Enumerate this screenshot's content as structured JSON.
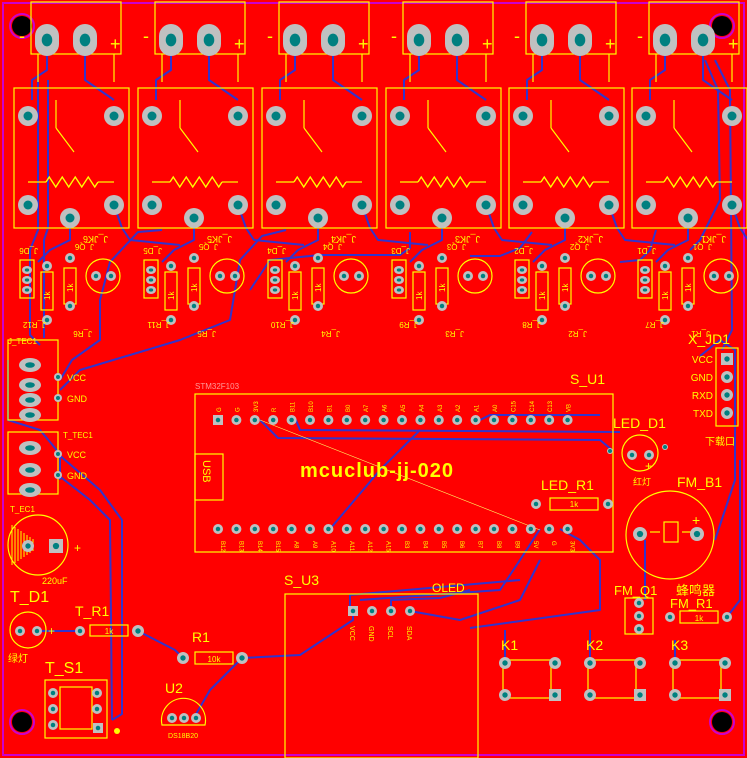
{
  "colors": {
    "board": "#ff0000",
    "board_edge": "#cc00cc",
    "silk": "#ffff00",
    "trace": "#3333cc",
    "pad": "#c0c0c0",
    "pad_hole": "#008080",
    "background": "#000000"
  },
  "relay_terminals": [
    {
      "minus": "-",
      "plus": "+"
    },
    {
      "minus": "-",
      "plus": "+"
    },
    {
      "minus": "-",
      "plus": "+"
    },
    {
      "minus": "-",
      "plus": "+"
    },
    {
      "minus": "-",
      "plus": "+"
    },
    {
      "minus": "-",
      "plus": "+"
    }
  ],
  "relay_labels": [
    "J_JK6",
    "J_JK5",
    "J_JK4",
    "J_JK3",
    "J_JK2",
    "J_JK1"
  ],
  "channel_labels": {
    "q": [
      "J_Q6",
      "J_Q5",
      "J_Q4",
      "J_Q3",
      "J_Q2",
      "J_Q1"
    ],
    "r_a": [
      "J_R6",
      "J_R5",
      "J_R4",
      "J_R3",
      "J_R2",
      "J_R1"
    ],
    "r_b": [
      "J_R12",
      "J_R11",
      "J_R10",
      "J_R9",
      "J_R8",
      "J_R7"
    ],
    "d": [
      "J_D6",
      "J_D5",
      "J_D4",
      "J_D3",
      "J_D2",
      "J_D1"
    ],
    "res_value": "1k"
  },
  "left_blocks": {
    "tec1": "J_TEC1",
    "tec1_vcc": "VCC",
    "tec1_gnd": "GND",
    "ttec1": "T_TEC1",
    "ttec1_vcc": "VCC",
    "ttec1_gnd": "GND",
    "cap_ref": "T_EC1",
    "cap_value": "220uF",
    "cap_plus": "+",
    "td1": "T_D1",
    "td1_plus": "+",
    "td1_note": "绿灯",
    "tr1": "T_R1",
    "tr1_value": "1k",
    "ts1": "T_S1"
  },
  "mcu": {
    "ref": "S_U1",
    "part": "STM32F103",
    "title": "mcuclub-jj-020",
    "usb": "USB",
    "top_pins": [
      "G",
      "G",
      "3V3",
      "R",
      "B11",
      "B10",
      "B1",
      "B0",
      "A7",
      "A6",
      "A5",
      "A4",
      "A3",
      "A2",
      "A1",
      "A0",
      "C15",
      "C14",
      "C13",
      "VB"
    ],
    "bottom_pins": [
      "B12",
      "B13",
      "B14",
      "B15",
      "A8",
      "A9",
      "A10",
      "A11",
      "A12",
      "A15",
      "B3",
      "B4",
      "B5",
      "B6",
      "B7",
      "B8",
      "B9",
      "5V",
      "G",
      "3V3"
    ]
  },
  "led": {
    "ref": "LED_D1",
    "res": "LED_R1",
    "res_value": "1k",
    "note": "红灯",
    "plus": "+"
  },
  "header": {
    "ref": "X_JD1",
    "pins": [
      "VCC",
      "GND",
      "RXD",
      "TXD"
    ],
    "note": "下载口"
  },
  "buzzer": {
    "ref": "FM_B1",
    "plus": "+",
    "q": "FM_Q1",
    "note": "蜂鸣器",
    "res": "FM_R1",
    "res_value": "1k"
  },
  "oled": {
    "ref": "S_U3",
    "title": "OLED",
    "pins": [
      "VCC",
      "GND",
      "SCL",
      "SDA"
    ]
  },
  "r1": {
    "ref": "R1",
    "value": "10k"
  },
  "u2": {
    "ref": "U2",
    "part": "DS18B20"
  },
  "keys": [
    "K1",
    "K2",
    "K3"
  ]
}
